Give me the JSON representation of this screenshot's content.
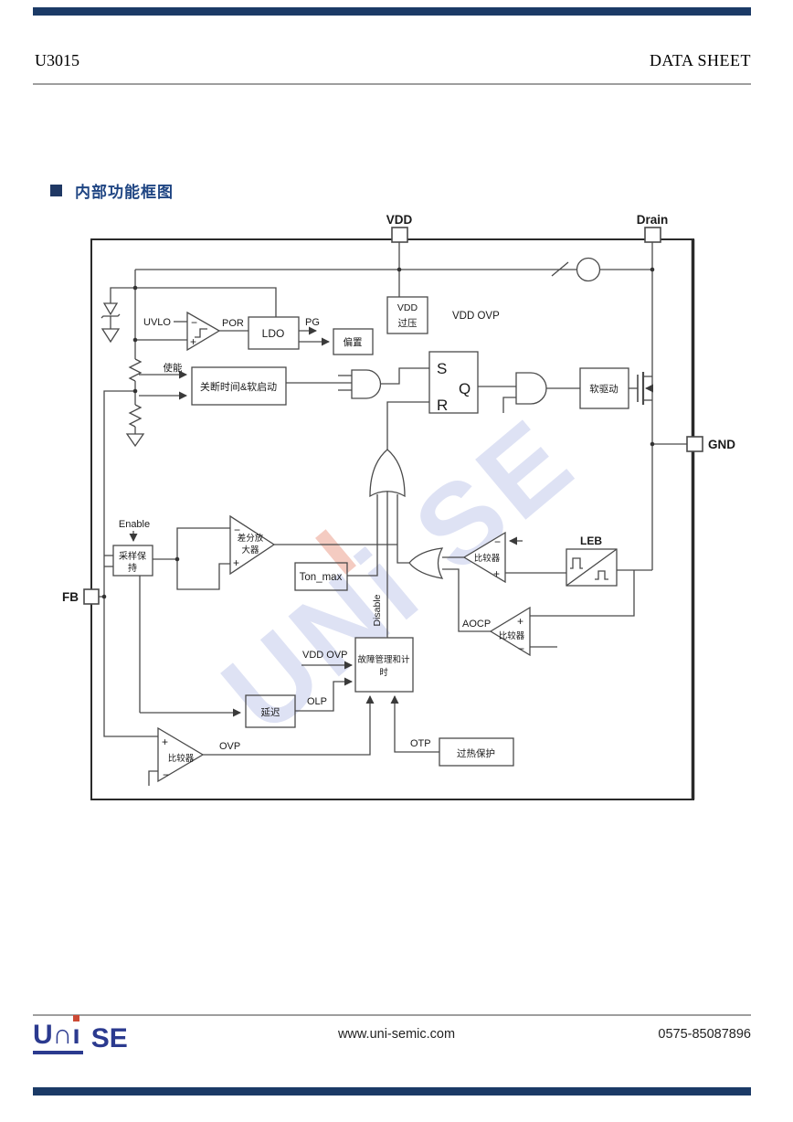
{
  "header": {
    "model": "U3015",
    "doc_type": "DATA SHEET"
  },
  "section": {
    "title": "内部功能框图"
  },
  "diagram": {
    "pins": {
      "vdd": "VDD",
      "drain": "Drain",
      "gnd": "GND",
      "fb": "FB"
    },
    "labels": {
      "uvlo": "UVLO",
      "por": "POR",
      "pg": "PG",
      "vdd_ovp": "VDD OVP",
      "enable_cn": "使能",
      "enable_en": "Enable",
      "s": "S",
      "r": "R",
      "q": "Q",
      "disable": "Disable",
      "aocp": "AOCP",
      "olp": "OLP",
      "ovp": "OVP",
      "otp": "OTP",
      "leb": "LEB",
      "ton_max": "Ton_max",
      "comparator": "比较器",
      "minus": "−",
      "plus": "+"
    },
    "blocks": {
      "vdd_ov_1": "VDD",
      "vdd_ov_2": "过压",
      "ldo": "LDO",
      "bias": "偏置",
      "shutdown_softstart": "关断时间&软启动",
      "soft_drive": "软驱动",
      "sample_hold_1": "采样保",
      "sample_hold_2": "持",
      "diff_amp_1": "差分放",
      "diff_amp_2": "大器",
      "fault_1": "故障管理和计",
      "fault_2": "时",
      "delay": "延迟",
      "thermal": "过热保护"
    },
    "watermark": "UNi SE"
  },
  "footer": {
    "logo_u": "U",
    "logo_n": "∩",
    "logo_i": "ı",
    "logo_se": "SE",
    "website": "www.uni-semic.com",
    "phone": "0575-85087896"
  }
}
